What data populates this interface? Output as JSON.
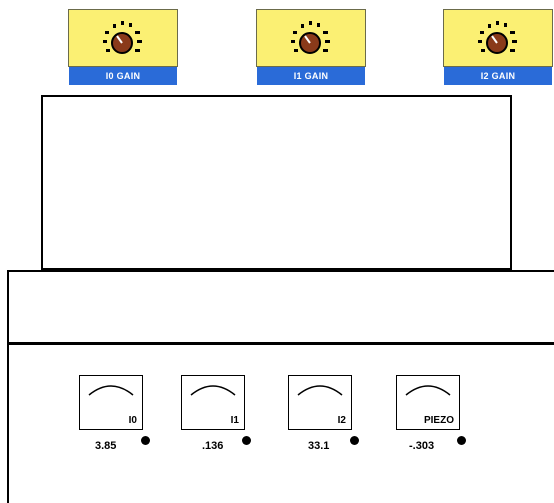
{
  "knobs": [
    {
      "label": "I0 GAIN"
    },
    {
      "label": "I1 GAIN"
    },
    {
      "label": "I2 GAIN"
    }
  ],
  "meters": [
    {
      "name": "I0",
      "reading": "3.85"
    },
    {
      "name": "I1",
      "reading": ".136"
    },
    {
      "name": "I2",
      "reading": "33.1"
    },
    {
      "name": "PIEZO",
      "reading": "-.303"
    }
  ],
  "colors": {
    "knob_face": "#fbf073",
    "knob_label_bg": "#2a6bd8",
    "knob_center": "#8a3a1a"
  }
}
